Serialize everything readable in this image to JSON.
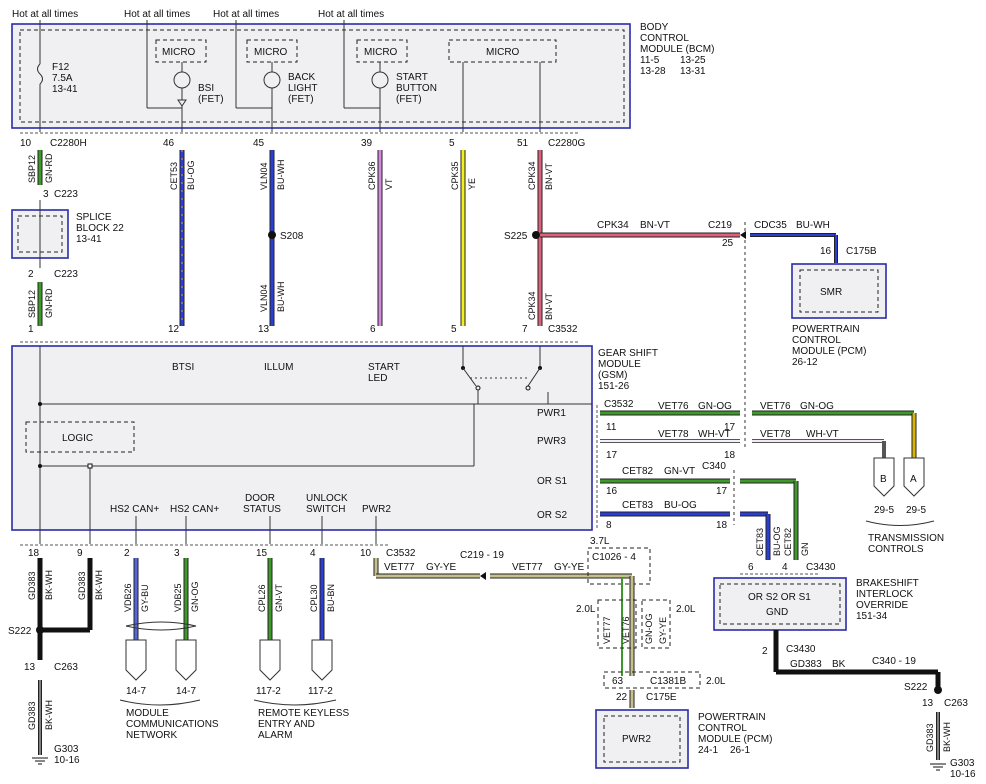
{
  "hot_label": "Hot at all times",
  "bcm": {
    "title_lines": [
      "BODY",
      "CONTROL",
      "MODULE (BCM)"
    ],
    "refs": [
      [
        "11-5",
        "13-25"
      ],
      [
        "13-28",
        "13-31"
      ]
    ],
    "micro": "MICRO",
    "fuse": {
      "name": "F12",
      "rating": "7.5A",
      "ref": "13-41"
    },
    "fets": [
      {
        "lines": [
          "BSI",
          "(FET)"
        ]
      },
      {
        "lines": [
          "BACK",
          "LIGHT",
          "(FET)"
        ]
      },
      {
        "lines": [
          "START",
          "BUTTON",
          "(FET)"
        ]
      }
    ],
    "connector_left": "C2280H",
    "connector_right": "C2280G"
  },
  "top_pins": [
    "10",
    "46",
    "45",
    "39",
    "5",
    "51"
  ],
  "top_circuits": [
    {
      "circuit": "SBP12",
      "color": "GN-RD"
    },
    {
      "circuit": "CET53",
      "color": "BU-OG"
    },
    {
      "circuit": "VLN04",
      "color": "BU-WH"
    },
    {
      "circuit": "CPK36",
      "color": "VT"
    },
    {
      "circuit": "CPK35",
      "color": "YE"
    },
    {
      "circuit": "CPK34",
      "color": "BN-VT"
    }
  ],
  "splice_block": {
    "lines": [
      "SPLICE",
      "BLOCK 22",
      "13-41"
    ],
    "conn": "C223",
    "pin_top": "3",
    "pin_bottom": "2"
  },
  "lower_sbp": {
    "circuit": "SBP12",
    "color": "GN-RD",
    "pin": "1"
  },
  "s208": "S208",
  "vln04_lower": {
    "circuit": "VLN04",
    "color": "BU-WH"
  },
  "s225": "S225",
  "cpk34_lower": {
    "circuit": "CPK34",
    "color": "BN-VT"
  },
  "cpk34_branch": {
    "circuit": "CPK34",
    "color": "BN-VT",
    "conn": "C219",
    "pin": "25"
  },
  "cdc35": {
    "circuit": "CDC35",
    "color": "BU-WH",
    "pin": "16",
    "conn": "C175B"
  },
  "smr": {
    "label": "SMR",
    "title_lines": [
      "POWERTRAIN",
      "CONTROL",
      "MODULE (PCM)",
      "26-12"
    ]
  },
  "gsm_pins_top": [
    "1",
    "12",
    "13",
    "6",
    "5",
    "7"
  ],
  "gsm_conn_top": "C3532",
  "gsm": {
    "title_lines": [
      "GEAR SHIFT",
      "MODULE",
      "(GSM)",
      "151-26"
    ],
    "top_labels": [
      "BTSI",
      "ILLUM",
      "START",
      "LED"
    ],
    "logic": "LOGIC",
    "right_labels": [
      "PWR1",
      "PWR3",
      "OR S1",
      "OR S2"
    ],
    "bottom_labels": [
      {
        "lines": [
          "HS2 CAN+"
        ]
      },
      {
        "lines": [
          "HS2 CAN+"
        ]
      },
      {
        "lines": [
          "DOOR",
          "STATUS"
        ]
      },
      {
        "lines": [
          "UNLOCK",
          "SWITCH"
        ]
      },
      {
        "lines": [
          "PWR2"
        ]
      }
    ]
  },
  "right_wires": {
    "conn_c3532": "C3532",
    "pwr1": {
      "pin": "11",
      "circuit": "VET76",
      "color": "GN-OG",
      "pin_far": "17"
    },
    "pwr3": {
      "pin": "17",
      "circuit": "VET78",
      "color": "WH-VT",
      "pin_far": "18"
    },
    "ors1": {
      "pin": "16",
      "circuit": "CET82",
      "color": "GN-VT",
      "pin_far": "17",
      "conn": "C340"
    },
    "ors2": {
      "pin": "8",
      "circuit": "CET83",
      "color": "BU-OG",
      "pin_far": "18"
    },
    "vet76_far": {
      "circuit": "VET76",
      "color": "GN-OG"
    },
    "vet78_far": {
      "circuit": "VET78",
      "color": "WH-VT"
    }
  },
  "trans_controls": {
    "conn_b": "B",
    "conn_a": "A",
    "ref_b": "29-5",
    "ref_a": "29-5",
    "lines": [
      "TRANSMISSION",
      "CONTROLS"
    ]
  },
  "brakeshift": {
    "pins": [
      "6",
      "4"
    ],
    "conn": "C3430",
    "wires": [
      {
        "circuit": "CET83",
        "color": "BU-OG"
      },
      {
        "circuit": "CET82",
        "color": "GN"
      }
    ],
    "box_lines": [
      "OR S2 OR S1",
      "GND"
    ],
    "title_lines": [
      "BRAKESHIFT",
      "INTERLOCK",
      "OVERRIDE",
      "151-34"
    ],
    "bottom_pin": "2",
    "bottom_conn": "C3430",
    "gd383": {
      "circuit": "GD383",
      "color": "BK"
    },
    "c340_ref": "C340 - 19",
    "s222": "S222",
    "pin13": "13",
    "c263": "C263",
    "gd383_v": {
      "circuit": "GD383",
      "color": "BK-WH"
    },
    "ground": "G303",
    "ground_ref": "10-16"
  },
  "bottom_pins": [
    "18",
    "9",
    "2",
    "3",
    "15",
    "4",
    "10"
  ],
  "bottom_conn": "C3532",
  "bottom_wires": [
    {
      "circuit": "GD383",
      "color": "BK-WH"
    },
    {
      "circuit": "GD383",
      "color": "BK-WH"
    },
    {
      "circuit": "VDB26",
      "color": "GY-BU"
    },
    {
      "circuit": "VDB25",
      "color": "GN-OG"
    },
    {
      "circuit": "CPL26",
      "color": "GN-VT"
    },
    {
      "circuit": "CPL30",
      "color": "BU-BN"
    }
  ],
  "left_ground": {
    "s222": "S222",
    "pin13": "13",
    "c263": "C263",
    "circuit": "GD383",
    "color": "BK-WH",
    "ground": "G303",
    "ground_ref": "10-16"
  },
  "network_refs": [
    "14-7",
    "14-7",
    "117-2",
    "117-2"
  ],
  "mcn_lines": [
    "MODULE",
    "COMMUNICATIONS",
    "NETWORK"
  ],
  "rke_lines": [
    "REMOTE KEYLESS",
    "ENTRY AND",
    "ALARM"
  ],
  "pwr2_wire": {
    "c219": "C219 - 19",
    "vet77_a": {
      "circuit": "VET77",
      "color": "GY-YE"
    },
    "vet77_b": {
      "circuit": "VET77",
      "color": "GY-YE"
    },
    "l37": "3.7L",
    "c1026": "C1026 - 4",
    "l20a": "2.0L",
    "l20b": "2.0L",
    "vet77_c": "VET77",
    "vet76_c": "VET76",
    "gn_og": "GN-OG",
    "gy_ye": "GY-YE",
    "pin63": "63",
    "c1381b": "C1381B",
    "l20c": "2.0L",
    "pin22": "22",
    "c175e": "C175E"
  },
  "pcm_bottom": {
    "label": "PWR2",
    "title_lines": [
      "POWERTRAIN",
      "CONTROL",
      "MODULE (PCM)"
    ],
    "refs": [
      "24-1",
      "26-1"
    ]
  }
}
